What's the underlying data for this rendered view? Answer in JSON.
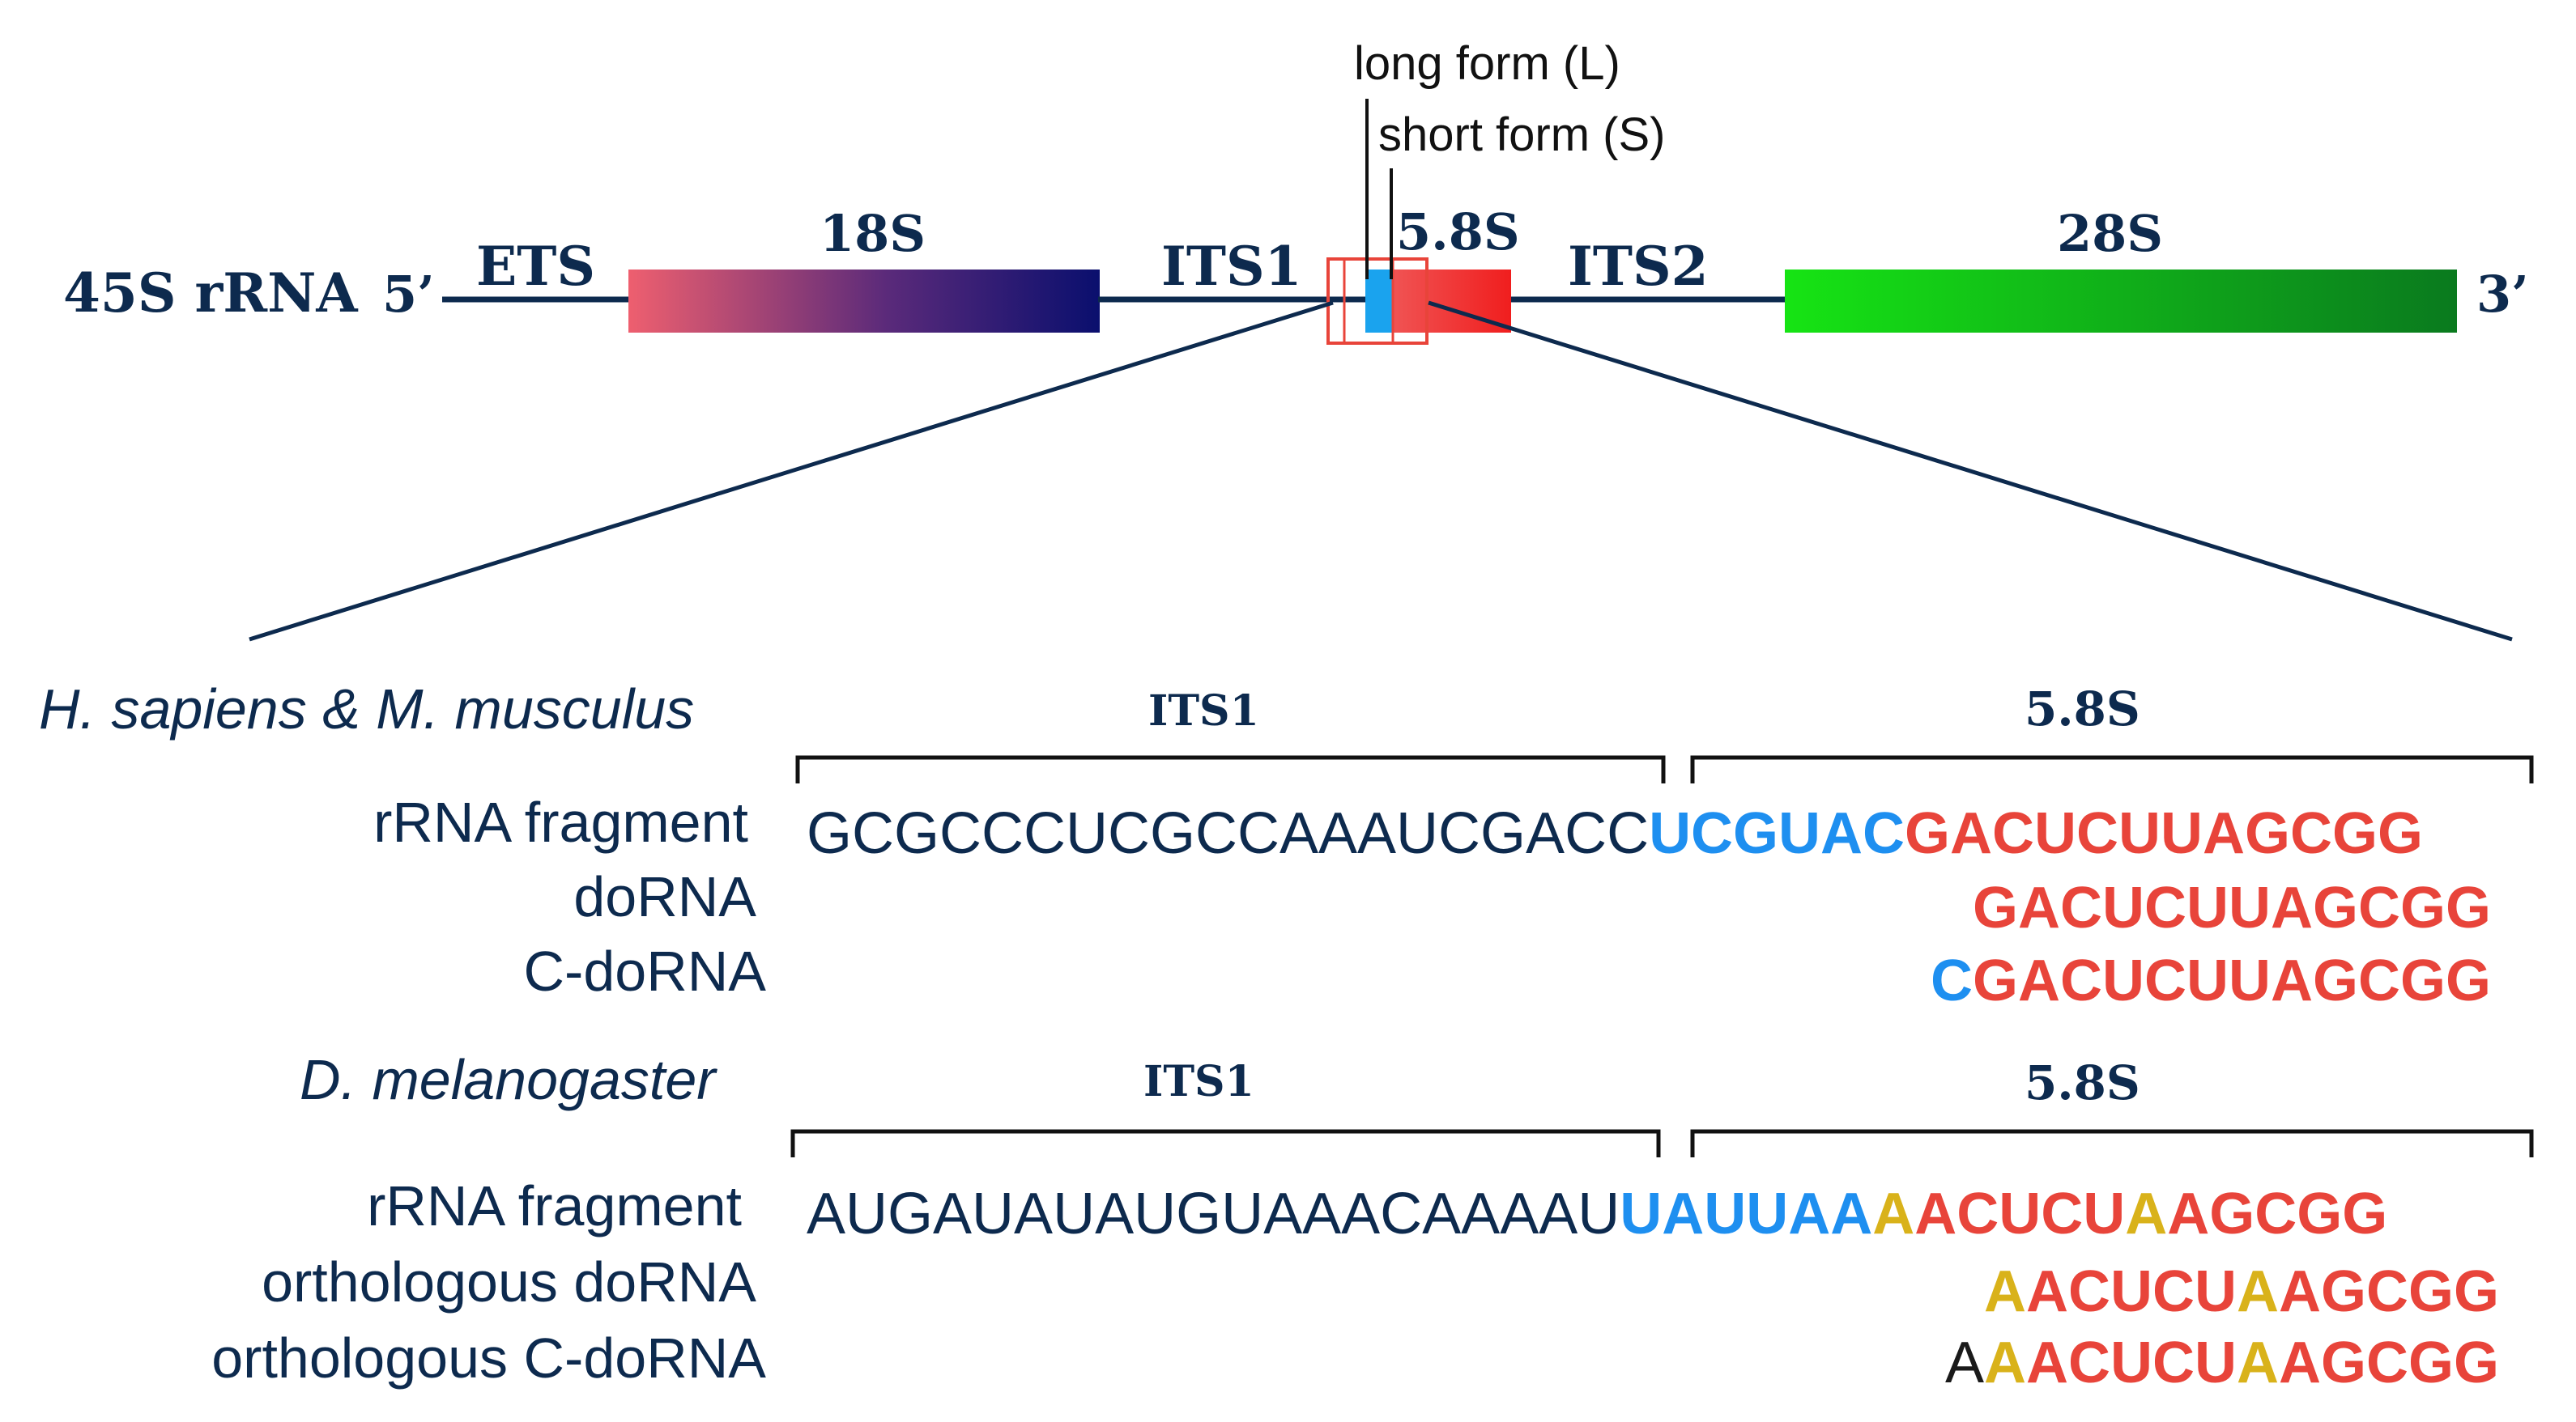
{
  "rrna_map": {
    "title": "45S rRNA",
    "five_prime": "5’",
    "three_prime": "3’",
    "ets": "ETS",
    "s18": "18S",
    "its1": "ITS1",
    "s58": "5.8S",
    "its2": "ITS2",
    "s28": "28S",
    "long_form": "long form (L)",
    "short_form": "short form (S)"
  },
  "colors": {
    "navy": "#0d2a4e",
    "s18_start": "#ee5f6f",
    "s18_end": "#0a0f6e",
    "s58": "#f23a2f",
    "long_box": "#1aa3ee",
    "s28_start": "#16e414",
    "s28_end": "#0a7a1e",
    "seq_blue": "#1e8ff0",
    "seq_red": "#e8443a",
    "seq_yellow": "#d9b21a"
  },
  "human": {
    "species": "H. sapiens & M. musculus",
    "its1_label": "ITS1",
    "s58_label": "5.8S",
    "row1_label": "rRNA fragment",
    "row1_its1": "GCGCCCUCGCCAAAUCGACC",
    "row1_blue": "UCGUAC",
    "row1_red": "GACUCUUAGCGG",
    "row2_label": "doRNA",
    "row2_red": "GACUCUUAGCGG",
    "row3_label": "C-doRNA",
    "row3_blue": "C",
    "row3_red": "GACUCUUAGCGG"
  },
  "fly": {
    "species": "D. melanogaster",
    "its1_label": "ITS1",
    "s58_label": "5.8S",
    "row1_label": "rRNA fragment",
    "row1_its1": "AUGAUAUAUGUAAACAAAAU",
    "row1_blue": "UAUUAA",
    "row1_y1": "A",
    "row1_r1": "ACUCU",
    "row1_y2": "A",
    "row1_r2": "AGCGG",
    "row2_label": "orthologous doRNA",
    "row2_y1": "A",
    "row2_r1": "ACUCU",
    "row2_y2": "A",
    "row2_r2": "AGCGG",
    "row3_label": "orthologous C-doRNA",
    "row3_plain": "A",
    "row3_y1": "A",
    "row3_r1": "ACUCU",
    "row3_y2": "A",
    "row3_r2": "AGCGG"
  }
}
